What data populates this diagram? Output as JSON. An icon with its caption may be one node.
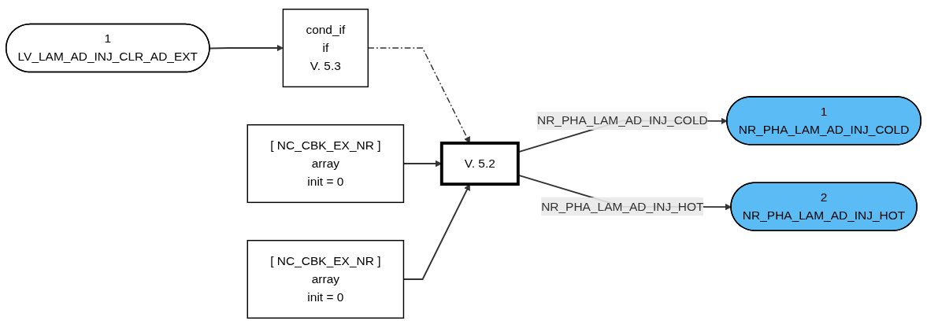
{
  "diagram": {
    "nodes": [
      {
        "text": [
          "1",
          "LV_LAM_AD_INJ_CLR_AD_EXT"
        ]
      },
      {
        "text": [
          "cond_if",
          "if",
          "V. 5.3"
        ]
      },
      {
        "text": [
          "[ NC_CBK_EX_NR ]",
          "array",
          "init = 0"
        ]
      },
      {
        "text": [
          "[ NC_CBK_EX_NR ]",
          "array",
          "init = 0"
        ]
      },
      {
        "text": [
          "V. 5.2"
        ]
      },
      {
        "text": [
          "1",
          "NR_PHA_LAM_AD_INJ_COLD"
        ]
      },
      {
        "text": [
          "2",
          "NR_PHA_LAM_AD_INJ_HOT"
        ]
      }
    ],
    "edges": [
      {
        "from": 0,
        "to": 1,
        "arrow": "to"
      },
      {
        "from": 1,
        "to": 4,
        "arrow": "to",
        "style": "dashed"
      },
      {
        "from": 2,
        "to": 4,
        "arrow": "to"
      },
      {
        "from": 3,
        "to": 4,
        "arrow": "to"
      },
      {
        "from": 4,
        "to": 5,
        "arrow": "to",
        "label": "NR_PHA_LAM_AD_INJ_COLD"
      },
      {
        "from": 4,
        "to": 6,
        "arrow": "to",
        "label": "NR_PHA_LAM_AD_INJ_HOT"
      }
    ]
  }
}
